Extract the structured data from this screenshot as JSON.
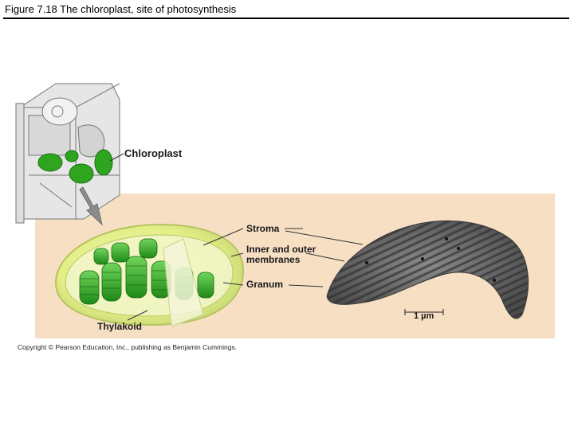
{
  "header": {
    "title": "Figure 7.18  The chloroplast, site of photosynthesis"
  },
  "labels": {
    "chloroplast": "Chloroplast",
    "stroma": "Stroma",
    "inner_outer_line1": "Inner and outer",
    "inner_outer_line2": "membranes",
    "granum": "Granum",
    "thylakoid": "Thylakoid",
    "scale_bar": "1 µm"
  },
  "footer": {
    "copyright": "Copyright © Pearson Education, Inc., publishing as Benjamin Cummings."
  },
  "colors": {
    "panel_bg": "#f7dfc4",
    "chloroplast_green": "#2fa51f",
    "envelope_yellow": "#eef08a",
    "micrograph_gray": "#6f6f6f"
  }
}
